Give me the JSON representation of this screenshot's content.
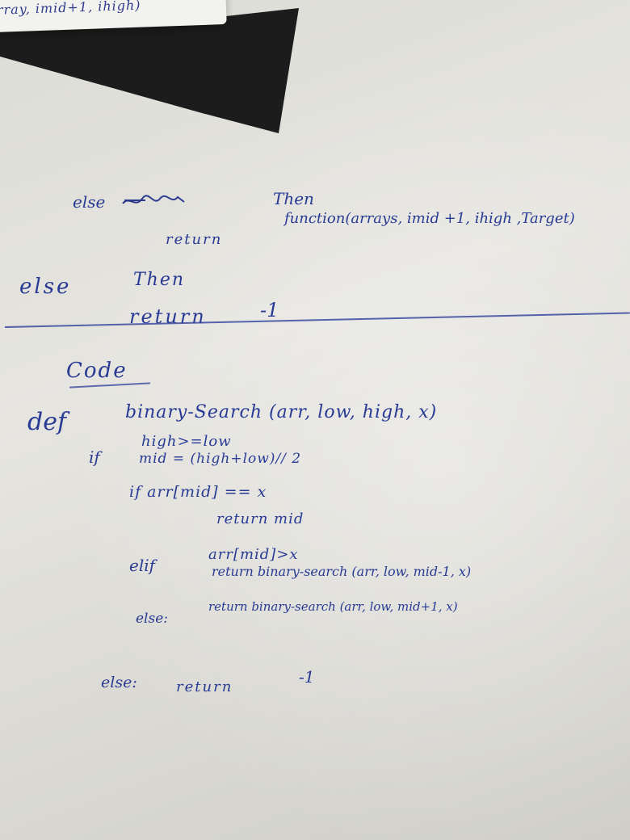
{
  "card_text": "rray, imid+1, ihigh)",
  "lines": {
    "l1_else": "else",
    "l1_then": "Then",
    "l2_return": "return",
    "l2_call": "function(arrays, imid +1, ihigh ,Target)",
    "l3_else": "else",
    "l3_then": "Then",
    "l4_return": "return",
    "l4_val": "-1",
    "code_heading": "Code",
    "def_kw": "def",
    "def_sig": "binary-Search (arr, low, high, x)",
    "if1_kw": "if",
    "if1_cond": "high>=low",
    "mid_line": "mid = (high+low)// 2",
    "if2": "if  arr[mid] == x",
    "ret_mid": "return mid",
    "elif_kw": "elif",
    "elif_cond": "arr[mid]>x",
    "ret_left": "return binary-search (arr, low, mid-1, x)",
    "else_inner": "else:",
    "ret_right": "return binary-search (arr, low, mid+1, x)",
    "else_outer": "else:",
    "ret_final": "return",
    "ret_final_val": "-1"
  }
}
